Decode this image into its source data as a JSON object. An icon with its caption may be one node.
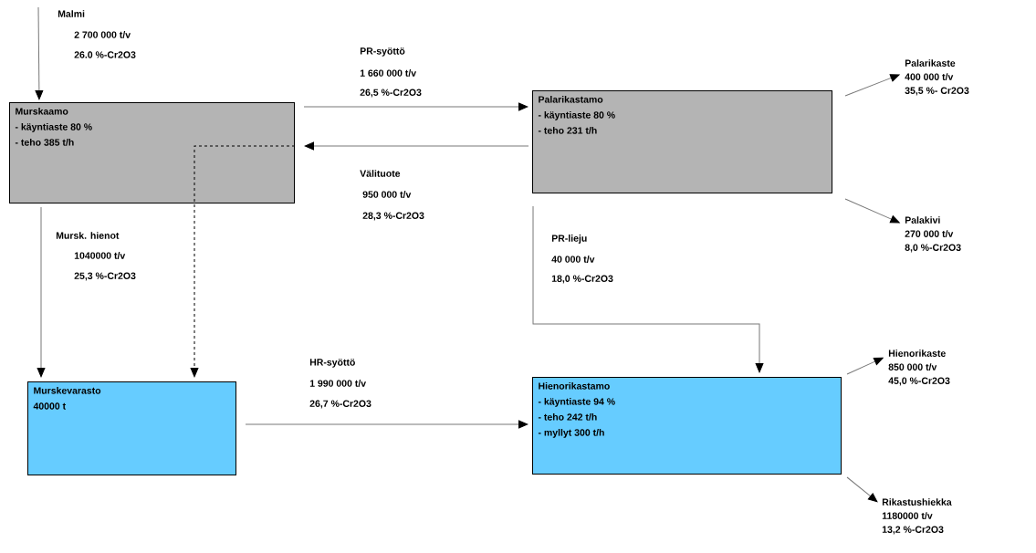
{
  "diagram": {
    "nodes": [
      {
        "text": [
          "Murskaamo",
          "- käyntiaste 80 %",
          "- teho 385 t/h"
        ]
      },
      {
        "text": [
          "Palarikastamo",
          "- käyntiaste 80 %",
          "- teho 231 t/h"
        ]
      },
      {
        "text": [
          "Murskevarasto",
          "40000 t"
        ]
      },
      {
        "text": [
          "Hienorikastamo",
          "- käyntiaste 94 %",
          "- teho 242 t/h",
          "- myllyt 300 t/h"
        ]
      },
      {
        "text": [
          "Palarikaste",
          "400 000 t/v",
          "35,5 %- Cr2O3"
        ]
      },
      {
        "text": [
          "Palakivi",
          "270 000 t/v",
          "8,0 %-Cr2O3"
        ]
      },
      {
        "text": [
          "Hienorikaste",
          "850 000 t/v",
          "45,0 %-Cr2O3"
        ]
      },
      {
        "text": [
          "Rikastushiekka",
          "1180000 t/v",
          "13,2 %-Cr2O3"
        ]
      }
    ],
    "edges": [
      {
        "from": null,
        "to": 0,
        "arrow": "to"
      },
      {
        "from": 0,
        "to": 1,
        "arrow": "to"
      },
      {
        "from": 1,
        "to": 0,
        "arrow": "to"
      },
      {
        "from": 0,
        "to": 2,
        "arrow": "to"
      },
      {
        "from": 0,
        "to": 2,
        "arrow": "to",
        "style": "dashed",
        "color": "#000000"
      },
      {
        "from": 2,
        "to": 3,
        "arrow": "to"
      },
      {
        "from": 1,
        "to": 3,
        "arrow": "to"
      },
      {
        "from": 1,
        "to": 4,
        "arrow": "to"
      },
      {
        "from": 1,
        "to": 5,
        "arrow": "to"
      },
      {
        "from": 3,
        "to": 6,
        "arrow": "to"
      },
      {
        "from": 3,
        "to": 7,
        "arrow": "to"
      }
    ],
    "labels": [
      "Malmi",
      "2 700 000 t/v",
      "26.0 %-Cr2O3",
      "PR-syöttö",
      "1 660 000 t/v",
      "26,5 %-Cr2O3",
      "Välituote",
      "950 000 t/v",
      "28,3 %-Cr2O3",
      "Mursk. hienot",
      "1040000 t/v",
      "25,3 %-Cr2O3",
      "PR-lieju",
      "40 000 t/v",
      "18,0 %-Cr2O3",
      "HR-syöttö",
      "1 990 000 t/v",
      "26,7 %-Cr2O3"
    ]
  }
}
